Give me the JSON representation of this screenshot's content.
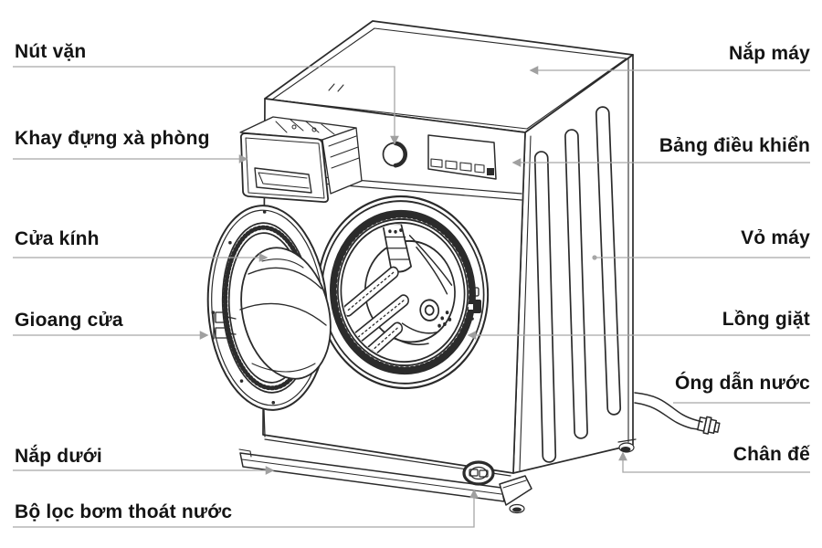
{
  "illustration": "washing-machine-line-drawing",
  "labels": {
    "left": [
      {
        "text": "Nút vặn"
      },
      {
        "text": "Khay đựng xà phòng"
      },
      {
        "text": "Cửa kính"
      },
      {
        "text": "Gioang cửa"
      },
      {
        "text": "Nắp dưới"
      },
      {
        "text": "Bộ lọc bơm thoát nước"
      }
    ],
    "right": [
      {
        "text": "Nắp máy"
      },
      {
        "text": "Bảng điều khiển"
      },
      {
        "text": "Vỏ máy"
      },
      {
        "text": "Lồng giặt"
      },
      {
        "text": "Óng dẫn nước"
      },
      {
        "text": "Chân đế"
      }
    ]
  },
  "colors": {
    "background": "#ffffff",
    "drawing_line": "#2b2b2b",
    "leader_line": "#a6a6a6",
    "label_text": "#141414"
  }
}
